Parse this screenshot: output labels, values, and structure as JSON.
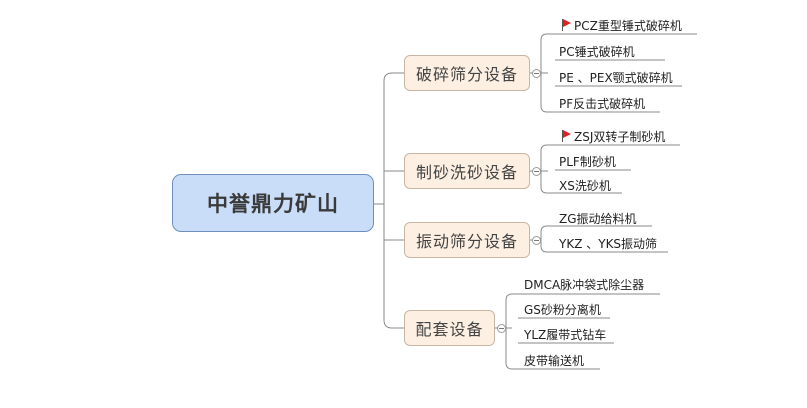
{
  "root": {
    "label": "中誉鼎力矿山"
  },
  "branches": [
    {
      "label": "破碎筛分设备",
      "items": [
        {
          "label": "PCZ重型锤式破碎机",
          "flag": true
        },
        {
          "label": "PC锤式破碎机"
        },
        {
          "label": "PE 、PEX颚式破碎机"
        },
        {
          "label": "PF反击式破碎机"
        }
      ]
    },
    {
      "label": "制砂洗砂设备",
      "items": [
        {
          "label": "ZSJ双转子制砂机",
          "flag": true
        },
        {
          "label": "PLF制砂机"
        },
        {
          "label": "XS洗砂机"
        }
      ]
    },
    {
      "label": "振动筛分设备",
      "items": [
        {
          "label": "ZG振动给料机"
        },
        {
          "label": "YKZ 、YKS振动筛"
        }
      ]
    },
    {
      "label": "配套设备",
      "items": [
        {
          "label": "DMCA脉冲袋式除尘器"
        },
        {
          "label": "GS砂粉分离机"
        },
        {
          "label": "YLZ履带式钻车"
        },
        {
          "label": "皮带输送机"
        }
      ]
    }
  ],
  "colors": {
    "root_fill": "#c9ddf9",
    "branch_fill": "#fdf0e3",
    "flag": "#e02020",
    "line": "#8a8a8a"
  },
  "icons": {
    "priority": "red-flag-icon",
    "collapse": "collapse-minus-icon"
  }
}
